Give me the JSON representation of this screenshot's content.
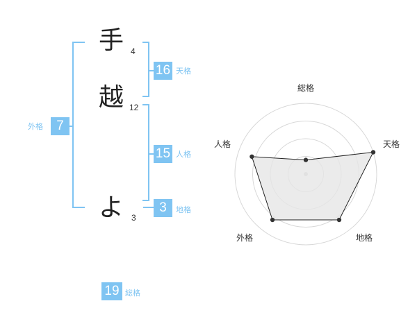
{
  "characters": [
    {
      "char": "手",
      "strokes": "4"
    },
    {
      "char": "越",
      "strokes": "12"
    },
    {
      "char": "よ",
      "strokes": "3"
    }
  ],
  "kakusu": {
    "tenkaku": {
      "value": "16",
      "label": "天格"
    },
    "jinkaku": {
      "value": "15",
      "label": "人格"
    },
    "chikaku": {
      "value": "3",
      "label": "地格"
    },
    "gaikaku": {
      "value": "7",
      "label": "外格"
    },
    "soukaku": {
      "value": "19",
      "label": "総格"
    }
  },
  "colors": {
    "accent": "#7fc4f2",
    "radar_fill": "#e6e6e6",
    "radar_line": "#222222"
  },
  "chart_data": {
    "type": "radar",
    "axes": [
      "総格",
      "天格",
      "地格",
      "外格",
      "人格"
    ],
    "values": [
      0.2,
      1.0,
      0.8,
      0.8,
      0.8
    ],
    "rings": 4
  }
}
